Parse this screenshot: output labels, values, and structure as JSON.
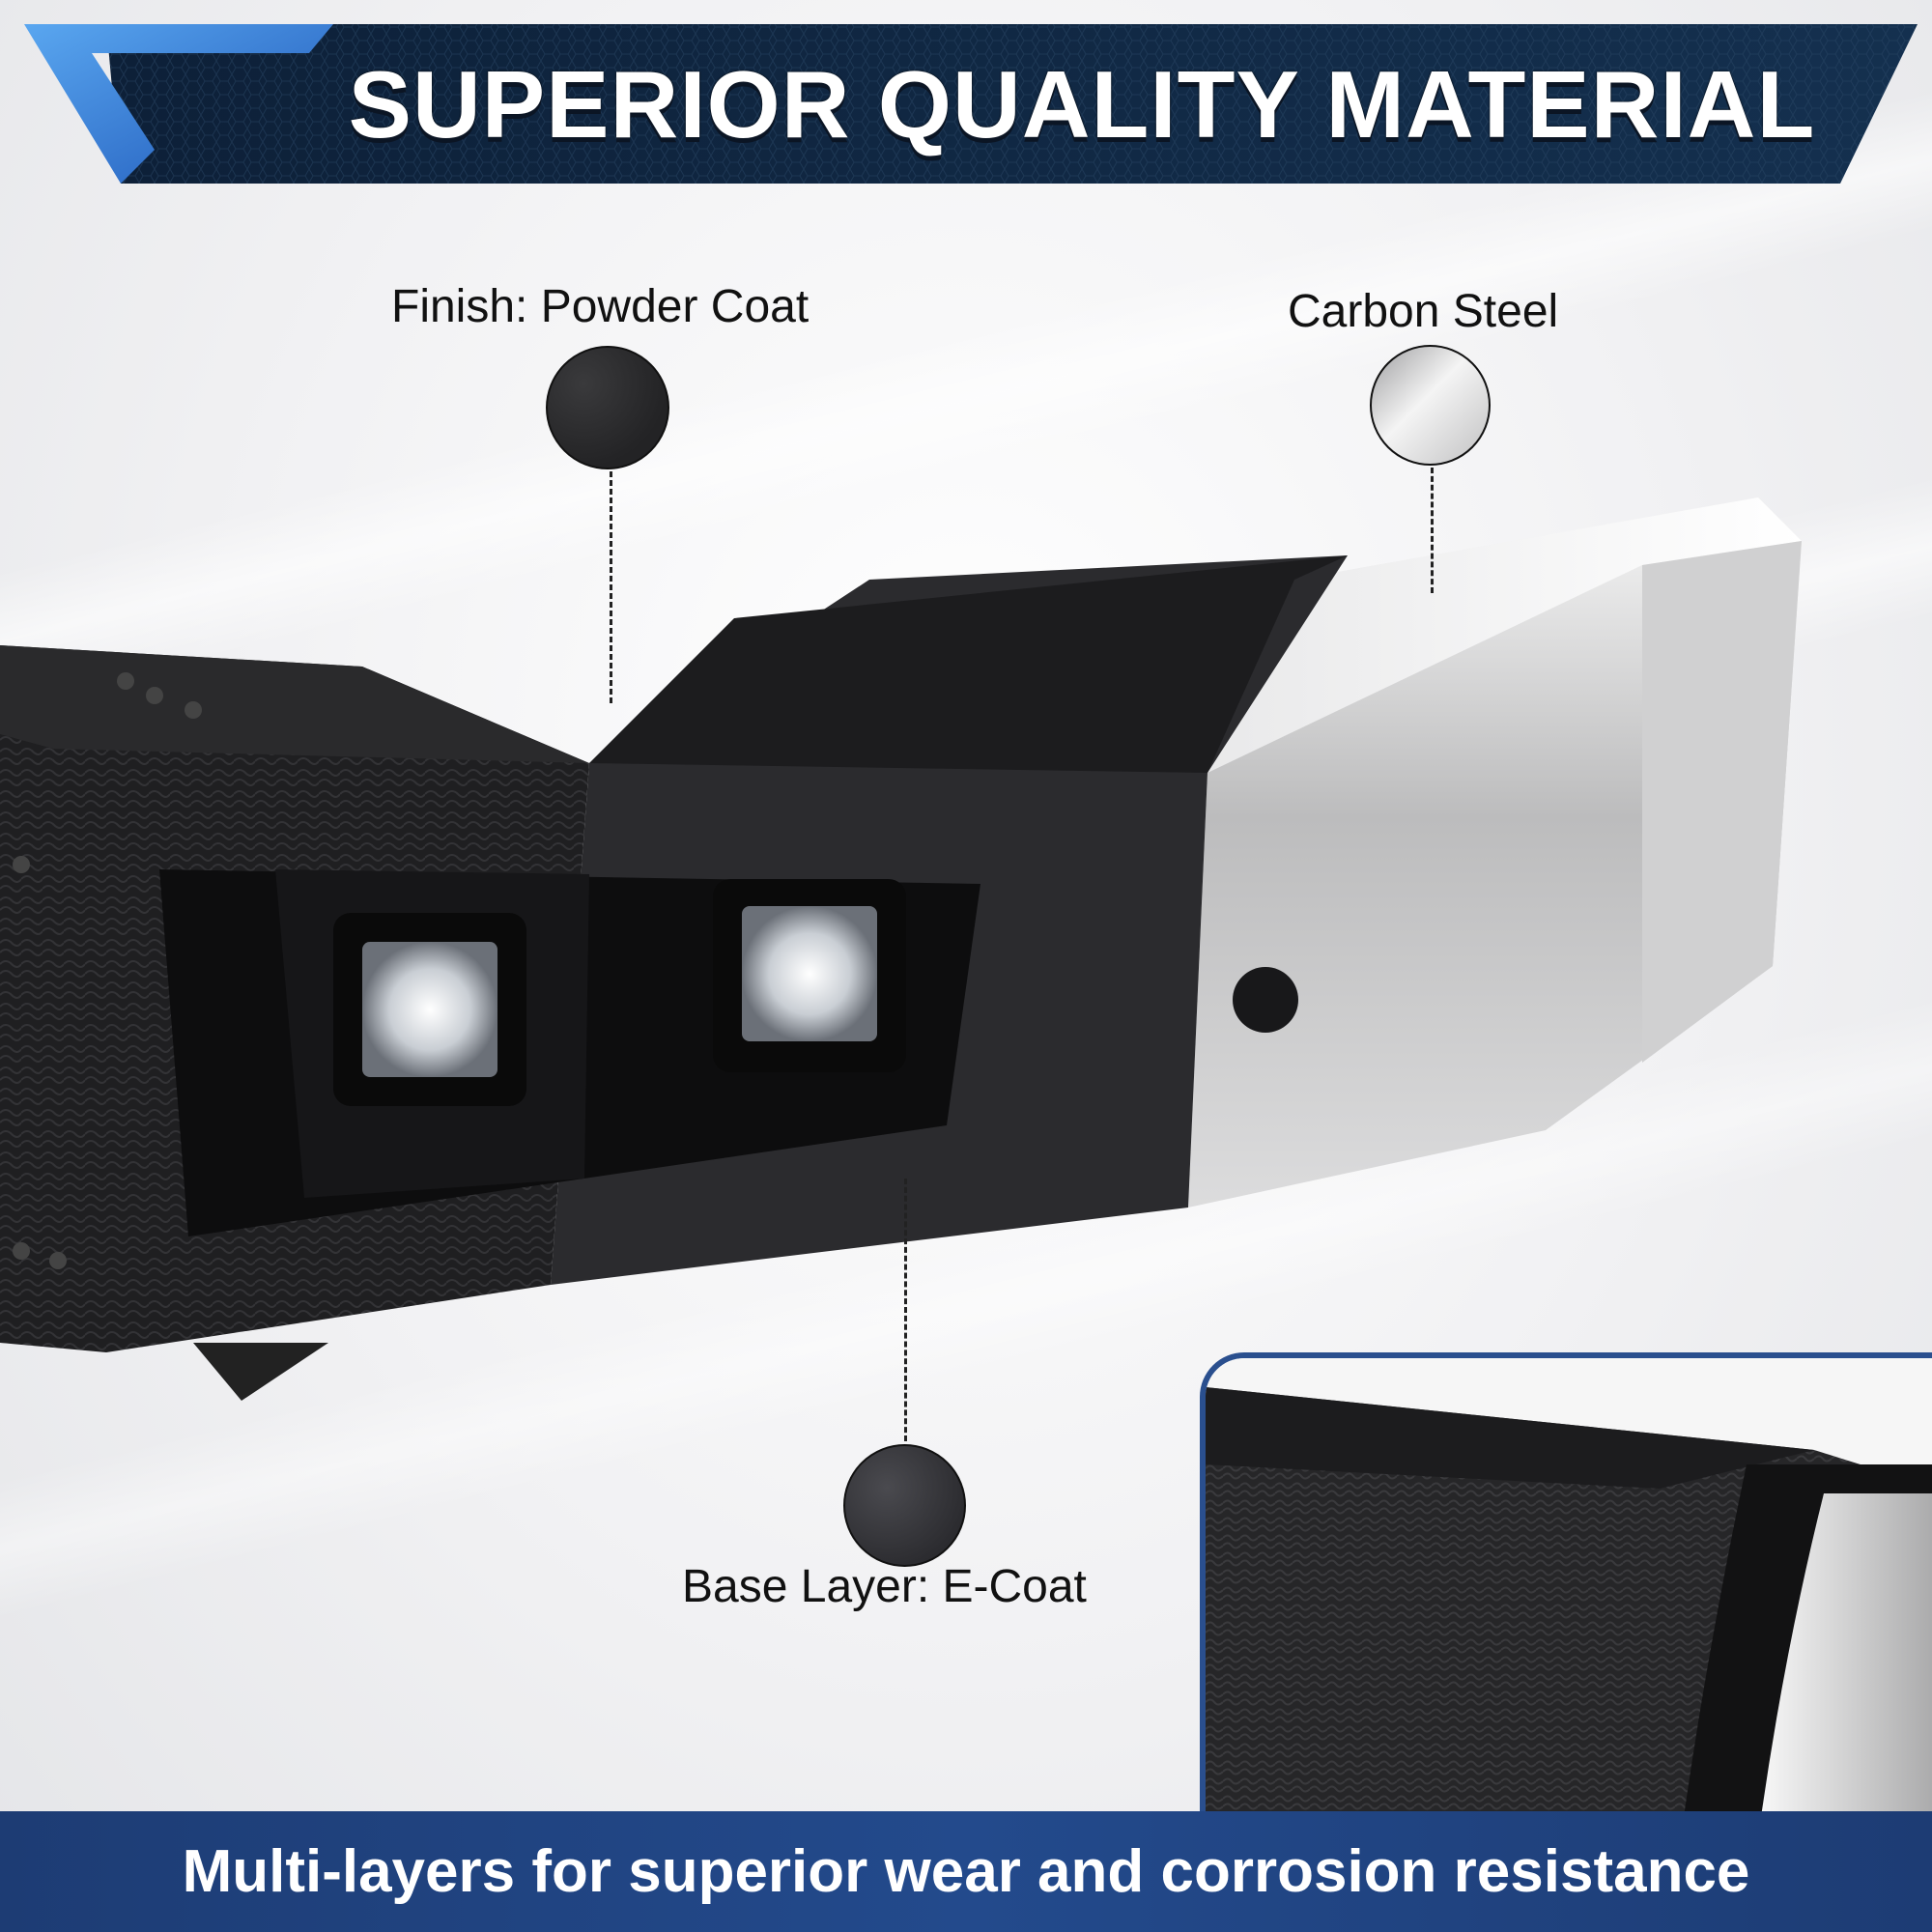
{
  "header": {
    "title": "SUPERIOR QUALITY MATERIAL"
  },
  "callouts": {
    "powder_coat": {
      "label": "Finish: Powder Coat",
      "swatch_color": "#2a2a2b"
    },
    "carbon_steel": {
      "label": "Carbon Steel",
      "swatch_color": "#c8c8c9"
    },
    "e_coat": {
      "label": "Base Layer: E-Coat",
      "swatch_color": "#3a3a3d"
    }
  },
  "footer": {
    "text": "Multi-layers for superior wear and corrosion resistance"
  },
  "colors": {
    "banner_dark": "#0f2541",
    "banner_blue": "#2a6fd6",
    "footer_blue": "#234a8c"
  }
}
